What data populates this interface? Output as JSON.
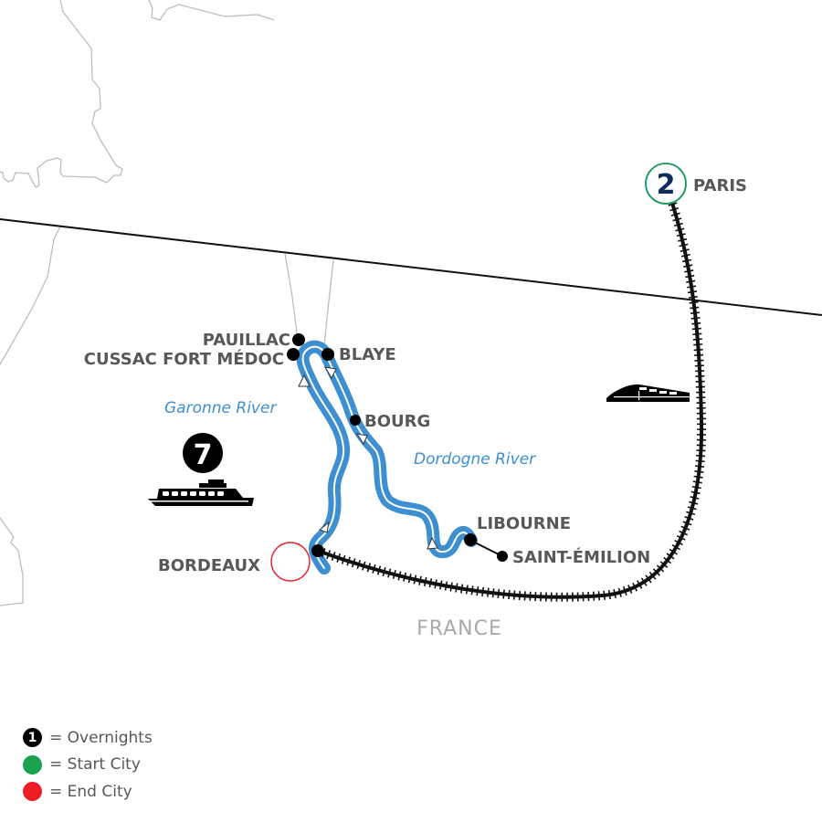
{
  "map": {
    "country": "FRANCE",
    "rivers": [
      {
        "name": "Garonne River"
      },
      {
        "name": "Dordogne River"
      }
    ],
    "cities": [
      {
        "name": "PARIS",
        "role": "start",
        "overnights": "2"
      },
      {
        "name": "PAUILLAC"
      },
      {
        "name": "CUSSAC FORT MÉDOC"
      },
      {
        "name": "BLAYE"
      },
      {
        "name": "BOURG"
      },
      {
        "name": "LIBOURNE"
      },
      {
        "name": "SAINT-ÉMILION"
      },
      {
        "name": "BORDEAUX",
        "role": "end"
      }
    ],
    "cruise_overnights": "7",
    "icons": {
      "ship": "ship-icon",
      "train": "train-icon"
    },
    "colors": {
      "river": "#3d8fd1",
      "start": "#149a5b",
      "end": "#e5262d",
      "overnight_number": "#0f2d5c",
      "label": "#58585a",
      "border": "#bdbdbd"
    }
  },
  "legend": {
    "items": [
      {
        "marker": "1",
        "label": "= Overnights",
        "color": "#000000"
      },
      {
        "marker": "",
        "label": "= Start City",
        "color": "#1aa24f"
      },
      {
        "marker": "",
        "label": "= End City",
        "color": "#ee1c25"
      }
    ]
  }
}
